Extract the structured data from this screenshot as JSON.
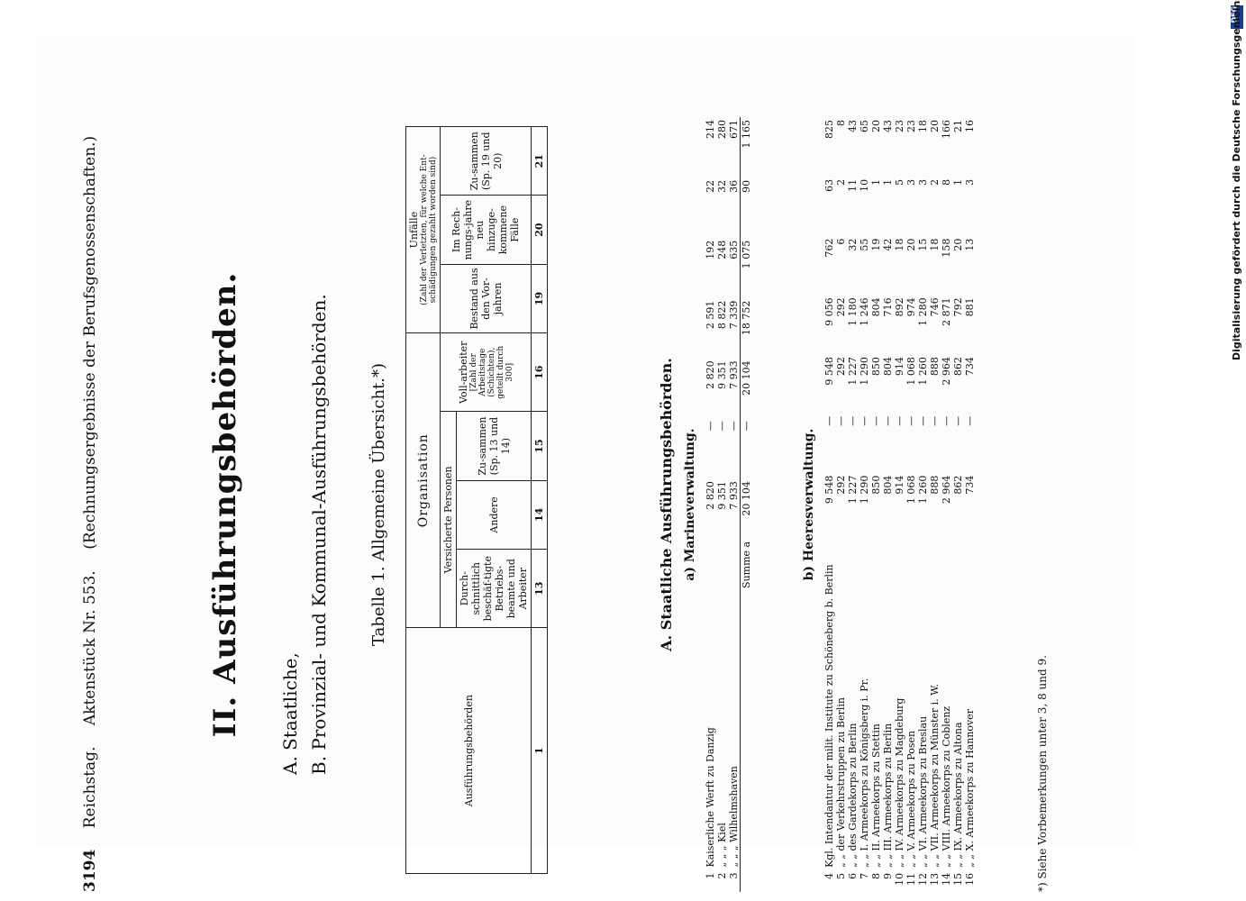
{
  "header": {
    "page_number": "3194",
    "publication": "Reichstag.",
    "akten": "Aktenstück Nr. 553.",
    "subject": "(Rechnungsergebnisse der Berufsgenossenschaften.)"
  },
  "main_title": "II. Ausführungsbehörden.",
  "subtitles": [
    "A. Staatliche,",
    "B. Provinzial- und Kommunal-Ausführungsbehörden."
  ],
  "table_title": "Tabelle 1.  Allgemeine Übersicht.*)",
  "table_header": {
    "col1": "Ausführungsbehörden",
    "organisation": "Organisation",
    "versicherte": "Versicherte Personen",
    "durchschnittlich": "Durch-schnittlich beschäf-tigte Betriebs-beamte und Arbeiter",
    "andere": "Andere",
    "zusammen": "Zu-sammen (Sp. 13 und 14)",
    "vollarbeiter": "Voll-arbeiter",
    "vollarbeiter_sub": "[Zahl der Arbeitstage (Schichten), geteilt durch 300]",
    "unfaelle": "Unfälle",
    "unfaelle_sub": "(Zahl der Verletzten, für welche Ent-schädigungen gezahlt worden sind)",
    "bestand": "Bestand aus den Vor-jahren",
    "im_rechnungsjahre": "Im Rech-nungs-jahre neu hinzuge-kommene Fälle",
    "zusammen2": "Zu-sammen (Sp. 19 und 20)",
    "col_numbers": [
      "1",
      "13",
      "14",
      "15",
      "16",
      "19",
      "20",
      "21"
    ]
  },
  "section_a": "A. Staatliche Ausführungsbehörden.",
  "section_a_sub": "a) Marineverwaltung.",
  "marine_rows": [
    {
      "nr": "1",
      "name": "Kaiserliche Werft zu Danzig",
      "c13": "2 820",
      "c14": "—",
      "c15": "2 820",
      "c16": "2 591",
      "c19": "192",
      "c20": "22",
      "c21": "214"
    },
    {
      "nr": "2",
      "name": "„ „ „ Kiel",
      "c13": "9 351",
      "c14": "—",
      "c15": "9 351",
      "c16": "8 822",
      "c19": "248",
      "c20": "32",
      "c21": "280"
    },
    {
      "nr": "3",
      "name": "„ „ „ Wilhelmshaven",
      "c13": "7 933",
      "c14": "—",
      "c15": "7 933",
      "c16": "7 339",
      "c19": "635",
      "c20": "36",
      "c21": "671"
    }
  ],
  "marine_sum": {
    "label": "Summe a",
    "c13": "20 104",
    "c14": "—",
    "c15": "20 104",
    "c16": "18 752",
    "c19": "1 075",
    "c20": "90",
    "c21": "1 165"
  },
  "section_b_sub": "b) Heeresverwaltung.",
  "heer_rows": [
    {
      "nr": "4",
      "name": "Kgl. Intendantur der milit. Institute zu Schöneberg b. Berlin",
      "c13": "9 548",
      "c14": "—",
      "c15": "9 548",
      "c16": "9 056",
      "c19": "762",
      "c20": "63",
      "c21": "825"
    },
    {
      "nr": "5",
      "name": "„ „ der Verkehrstruppen zu Berlin",
      "c13": "292",
      "c14": "—",
      "c15": "292",
      "c16": "292",
      "c19": "6",
      "c20": "2",
      "c21": "8"
    },
    {
      "nr": "6",
      "name": "„ „ des Gardekorps zu Berlin",
      "c13": "1 227",
      "c14": "—",
      "c15": "1 227",
      "c16": "1 180",
      "c19": "32",
      "c20": "11",
      "c21": "43"
    },
    {
      "nr": "7",
      "name": "„ „ I. Armeekorps zu Königsberg i. Pr.",
      "c13": "1 290",
      "c14": "—",
      "c15": "1 290",
      "c16": "1 246",
      "c19": "55",
      "c20": "10",
      "c21": "65"
    },
    {
      "nr": "8",
      "name": "„ „ II. Armeekorps zu Stettin",
      "c13": "850",
      "c14": "—",
      "c15": "850",
      "c16": "804",
      "c19": "19",
      "c20": "1",
      "c21": "20"
    },
    {
      "nr": "9",
      "name": "„ „ III. Armeekorps zu Berlin",
      "c13": "804",
      "c14": "—",
      "c15": "804",
      "c16": "716",
      "c19": "42",
      "c20": "1",
      "c21": "43"
    },
    {
      "nr": "10",
      "name": "„ „ IV. Armeekorps zu Magdeburg",
      "c13": "914",
      "c14": "—",
      "c15": "914",
      "c16": "892",
      "c19": "18",
      "c20": "5",
      "c21": "23"
    },
    {
      "nr": "11",
      "name": "„ „ V. Armeekorps zu Posen",
      "c13": "1 068",
      "c14": "—",
      "c15": "1 068",
      "c16": "974",
      "c19": "20",
      "c20": "3",
      "c21": "23"
    },
    {
      "nr": "12",
      "name": "„ „ VI. Armeekorps zu Breslau",
      "c13": "1 260",
      "c14": "—",
      "c15": "1 260",
      "c16": "1 280",
      "c19": "15",
      "c20": "3",
      "c21": "18"
    },
    {
      "nr": "13",
      "name": "„ „ VII. Armeekorps zu Münster i. W.",
      "c13": "888",
      "c14": "—",
      "c15": "888",
      "c16": "746",
      "c19": "18",
      "c20": "2",
      "c21": "20"
    },
    {
      "nr": "14",
      "name": "„ „ VIII. Armeekorps zu Coblenz",
      "c13": "2 964",
      "c14": "—",
      "c15": "2 964",
      "c16": "2 871",
      "c19": "158",
      "c20": "8",
      "c21": "166"
    },
    {
      "nr": "15",
      "name": "„ „ IX. Armeekorps zu Altona",
      "c13": "862",
      "c14": "—",
      "c15": "862",
      "c16": "792",
      "c19": "20",
      "c20": "1",
      "c21": "21"
    },
    {
      "nr": "16",
      "name": "„ „ X. Armeekorps zu Hannover",
      "c13": "734",
      "c14": "—",
      "c15": "734",
      "c16": "881",
      "c19": "13",
      "c20": "3",
      "c21": "16"
    }
  ],
  "footnote": "*) Siehe Vorbemerkungen unter 3, 8 und 9.",
  "side_note": "Digitalisierung gefördert durch die Deutsche Forschungsgemeinschaft",
  "dfg_badge": "DFG"
}
